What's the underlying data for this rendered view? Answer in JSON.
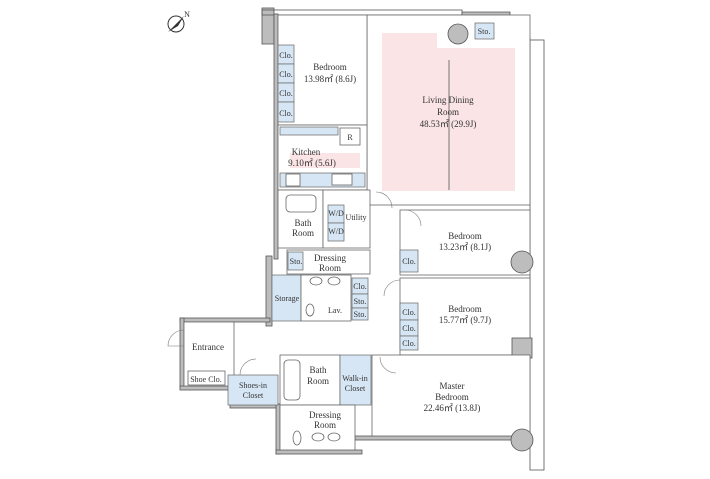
{
  "compass": {
    "label": "N"
  },
  "rooms": {
    "bedroom_nw": {
      "name": "Bedroom",
      "area": "13.98㎡ (8.6J)"
    },
    "ldr": {
      "name1": "Living Dining",
      "name2": "Room",
      "area": "48.53㎡ (29.9J)"
    },
    "kitchen": {
      "name": "Kitchen",
      "area": "9.10㎡ (5.6J)",
      "fridge": "R"
    },
    "bath_upper": {
      "name1": "Bath",
      "name2": "Room"
    },
    "utility": {
      "name": "Utility",
      "wd1": "W/D",
      "wd2": "W/D"
    },
    "bedroom_e1": {
      "name": "Bedroom",
      "area": "13.23㎡ (8.1J)"
    },
    "dressing_upper": {
      "name1": "Dressing",
      "name2": "Room"
    },
    "storage": {
      "name": "Storage"
    },
    "lav": {
      "name": "Lav."
    },
    "bedroom_e2": {
      "name": "Bedroom",
      "area": "15.77㎡ (9.7J)"
    },
    "entrance": {
      "name": "Entrance"
    },
    "shoe_clo": {
      "name": "Shoe Clo."
    },
    "shoes_in_closet": {
      "name1": "Shoes-in",
      "name2": "Closet"
    },
    "bath_lower": {
      "name1": "Bath",
      "name2": "Room"
    },
    "walk_in_closet": {
      "name1": "Walk-in",
      "name2": "Closet"
    },
    "dressing_lower": {
      "name1": "Dressing",
      "name2": "Room"
    },
    "master": {
      "name1": "Master",
      "name2": "Bedroom",
      "area": "22.46㎡ (13.8J)"
    }
  },
  "closets": {
    "clo": "Clo.",
    "sto": "Sto."
  }
}
